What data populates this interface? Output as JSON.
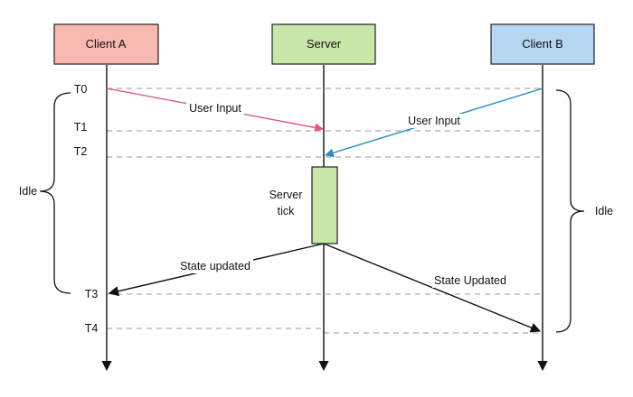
{
  "actors": {
    "client_a": {
      "label": "Client A",
      "color": "#f8b9b1"
    },
    "server": {
      "label": "Server",
      "color": "#c9e7a9"
    },
    "client_b": {
      "label": "Client B",
      "color": "#b6d6f2"
    }
  },
  "time_marks": {
    "t0": "T0",
    "t1": "T1",
    "t2": "T2",
    "t3": "T3",
    "t4": "T4"
  },
  "messages": {
    "user_input_a": "User Input",
    "user_input_b": "User Input",
    "state_updated_a": "State updated",
    "state_updated_b": "State Updated"
  },
  "activation": {
    "line1": "Server",
    "line2": "tick",
    "color": "#c9e7a9"
  },
  "braces": {
    "left": "Idle",
    "right": "Idle"
  },
  "colors": {
    "pink_arrow": "#e05a85",
    "blue_arrow": "#2a8cc4",
    "dashed": "#9a9a9a",
    "lifeline": "#111111"
  }
}
